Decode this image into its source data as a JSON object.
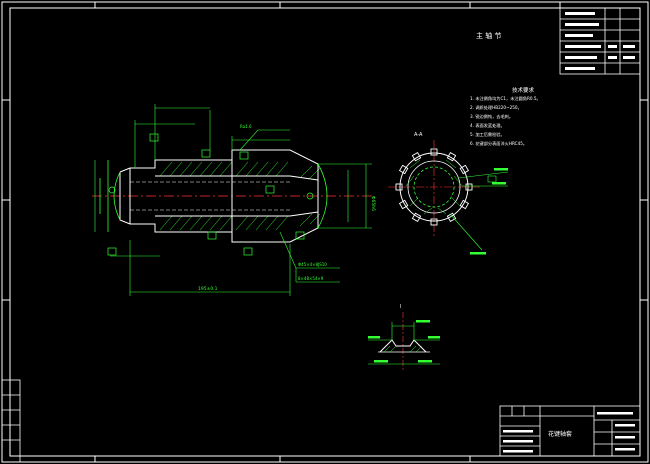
{
  "sheet": {
    "part_number": "主 轴 节",
    "tech_requirements": {
      "heading": "技术要求",
      "items": [
        "1. 未注倒角均为C1，未注圆角R0.5。",
        "2. 调质处理HB220~250。",
        "3. 锐边倒钝，去毛刺。",
        "4. 表面发蓝处理。",
        "5. 加工后需检验。",
        "6. 花键部分表面淬火HRC45。"
      ]
    },
    "title_block": {
      "name": "花键轴套"
    },
    "view_labels": {
      "section": "A-A",
      "detail": "I"
    },
    "dimensions": {
      "overall_length": "195±0.1",
      "right_diameter": "Φ65h6",
      "spline_callout_1": "Φ45×4×8JS10",
      "spline_callout_2": "8×48×54×9",
      "roughness": "Ra1.6"
    }
  },
  "palette": {
    "background": "#000000",
    "outline": "#ffffff",
    "geometry": "#33ff33",
    "centerline": "#ff3333",
    "hatch": "#33ff33"
  }
}
